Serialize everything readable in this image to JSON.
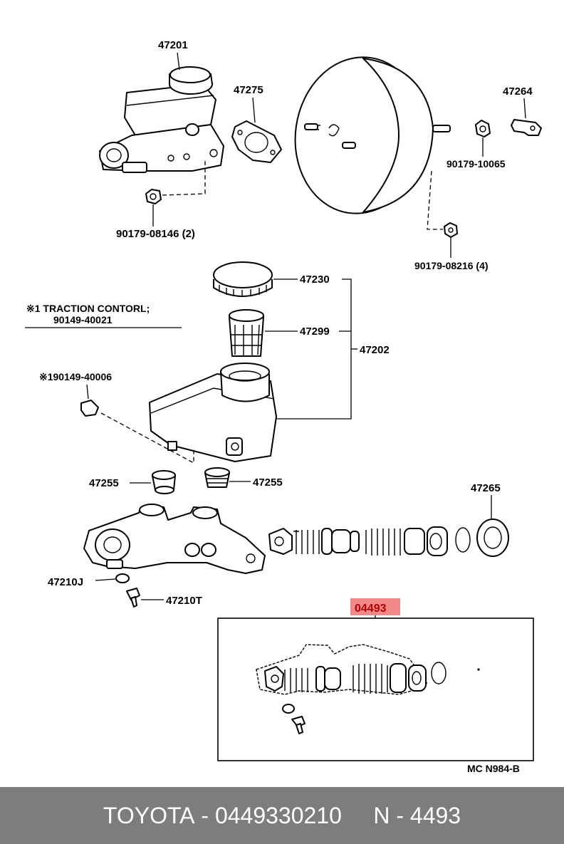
{
  "parts": {
    "p47201": "47201",
    "p47275": "47275",
    "p47264": "47264",
    "p90179_10065": "90179-10065",
    "p90179_08146": "90179-08146 (2)",
    "p90179_08216": "90179-08216 (4)",
    "p47230": "47230",
    "p47299": "47299",
    "p47202": "47202",
    "p47255_left": "47255",
    "p47255_right": "47255",
    "p47265": "47265",
    "p47210J": "47210J",
    "p47210T": "47210T",
    "p04493": "04493"
  },
  "note": {
    "line1": "※1 TRACTION CONTORL;",
    "line2": "90149-40021",
    "ref": "※190149-40006"
  },
  "diagram_code": "MC N984-B",
  "highlight_color": "#f08a8a",
  "footer": {
    "brand": "TOYOTA",
    "sep1": " - ",
    "part_number": "0449330210",
    "gap": "     ",
    "code": "N - 4493"
  }
}
